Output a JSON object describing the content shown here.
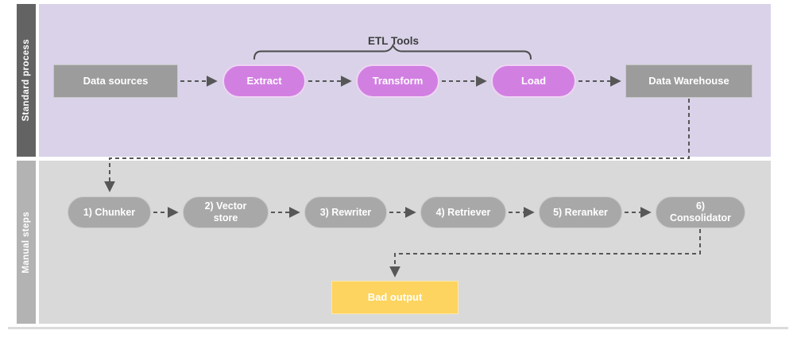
{
  "lanes": {
    "standard": {
      "label": "Standard process"
    },
    "manual": {
      "label": "Manual steps"
    }
  },
  "etl_group": {
    "label": "ETL Tools"
  },
  "nodes": {
    "data_sources": {
      "label": "Data sources"
    },
    "extract": {
      "label": "Extract"
    },
    "transform": {
      "label": "Transform"
    },
    "load": {
      "label": "Load"
    },
    "data_warehouse": {
      "label": "Data Warehouse"
    },
    "chunker": {
      "label": "1) Chunker"
    },
    "vector_store": {
      "label": "2) Vector\nstore"
    },
    "rewriter": {
      "label": "3) Rewriter"
    },
    "retriever": {
      "label": "4) Retriever"
    },
    "reranker": {
      "label": "5) Reranker"
    },
    "consolidator": {
      "label": "6)\nConsolidator"
    },
    "bad_output": {
      "label": "Bad output"
    }
  },
  "colors": {
    "lane_standard_bg": "#d9d2e9",
    "lane_manual_bg": "#d9d9d9",
    "bar_standard": "#636363",
    "bar_manual": "#b3b3b3",
    "node_gray": "#9c9c9c",
    "pill_gray": "#a8a8a8",
    "pill_pink": "#d27fe2",
    "bad_output_yellow": "#fdd45f",
    "connector": "#575757",
    "node_text": "#ffffff",
    "annotation_text": "#3d3d3d"
  }
}
